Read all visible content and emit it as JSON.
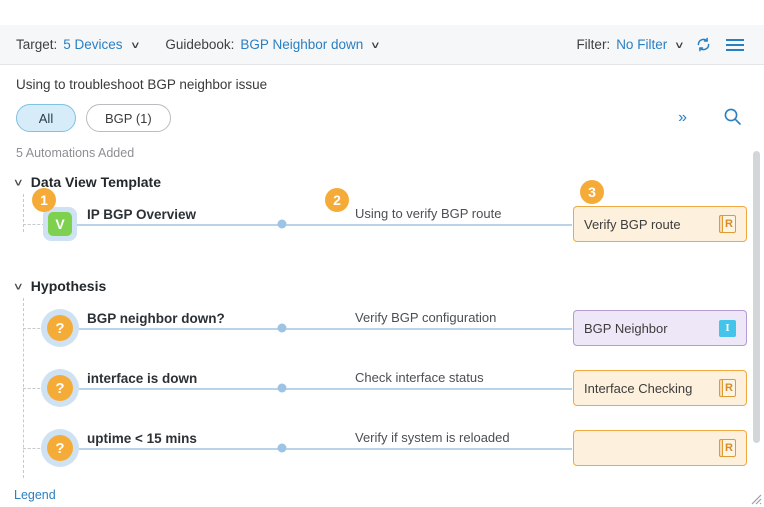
{
  "toolbar": {
    "target_label": "Target:",
    "target_value": "5 Devices",
    "guidebook_label": "Guidebook:",
    "guidebook_value": "BGP Neighbor down",
    "filter_label": "Filter:",
    "filter_value": "No Filter",
    "refresh_icon": "refresh-icon",
    "menu_icon": "hamburger-menu-icon",
    "caret": "∨"
  },
  "subtitle": "Using to troubleshoot BGP neighbor issue",
  "chips": [
    {
      "label": "All",
      "active": true
    },
    {
      "label": "BGP (1)",
      "active": false
    }
  ],
  "chip_row": {
    "expand_icon": "»",
    "search_icon": "search-icon"
  },
  "count_line": "5 Automations Added",
  "groups": [
    {
      "title": "Data View Template",
      "chevron": "∨",
      "rows": [
        {
          "badge_left": "1",
          "badge_mid": "2",
          "badge_right": "3",
          "node_type": "square",
          "node_glyph": "V",
          "node_label": "IP BGP Overview",
          "wire_caption": "Using to verify BGP route",
          "card_title": "Verify BGP route",
          "card_style": "orange",
          "card_icon": "book-r-icon"
        }
      ]
    },
    {
      "title": "Hypothesis",
      "chevron": "∨",
      "rows": [
        {
          "node_type": "circle",
          "node_glyph": "?",
          "node_label": "BGP neighbor down?",
          "wire_caption": "Verify BGP configuration",
          "card_title": "BGP Neighbor",
          "card_style": "purple",
          "card_icon": "info-i-icon"
        },
        {
          "node_type": "circle",
          "node_glyph": "?",
          "node_label": "interface is down",
          "wire_caption": "Check interface status",
          "card_title": "Interface Checking",
          "card_style": "orange",
          "card_icon": "book-r-icon"
        },
        {
          "node_type": "circle",
          "node_glyph": "?",
          "node_label": "uptime < 15 mins",
          "wire_caption": "Verify if system is reloaded",
          "card_title": "",
          "card_style": "orange",
          "card_icon": "book-r-icon"
        }
      ]
    }
  ],
  "footer": {
    "legend_label": "Legend"
  },
  "colors": {
    "accent_blue": "#2a7fc1",
    "badge_orange": "#f5ab38",
    "node_green": "#7ed04f",
    "wire_blue": "#b9d4ea",
    "card_orange_bg": "#fdf0dc",
    "card_orange_border": "#f0a940",
    "card_purple_bg": "#eee7f7",
    "card_purple_border": "#b69ad6",
    "info_cyan": "#43c4e8"
  }
}
